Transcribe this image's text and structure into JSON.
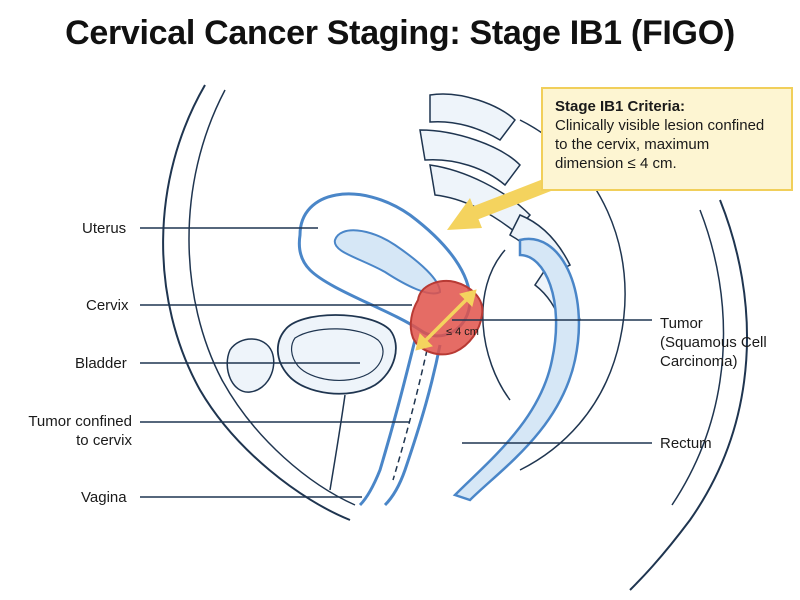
{
  "title": "Cervical Cancer Staging: Stage IB1 (FIGO)",
  "labels": {
    "uterus": "Uterus",
    "cervix": "Cervix",
    "bladder": "Bladder",
    "tumor_confined_line1": "Tumor confined",
    "tumor_confined_line2": "to cervix",
    "vagina": "Vagina",
    "tumor_line1": "Tumor",
    "tumor_line2": "(Squamous Cell",
    "tumor_line3": "Carcinoma)",
    "rectum": "Rectum"
  },
  "measurement": "≤ 4 cm",
  "callout": {
    "title": "Stage IB1 Criteria:",
    "line1": "Clinically visible lesion confined",
    "line2": "to the cervix, maximum",
    "line3": "dimension ≤ 4 cm."
  },
  "colors": {
    "outline": "#1f3550",
    "organ_blue": "#4a86c8",
    "organ_fill": "#d6e7f6",
    "tumor_fill": "#e0524a",
    "tumor_stroke": "#b83a34",
    "arrow_yellow": "#f4d35e",
    "callout_bg": "#fdf5d2",
    "callout_border": "#f1cf5a"
  }
}
